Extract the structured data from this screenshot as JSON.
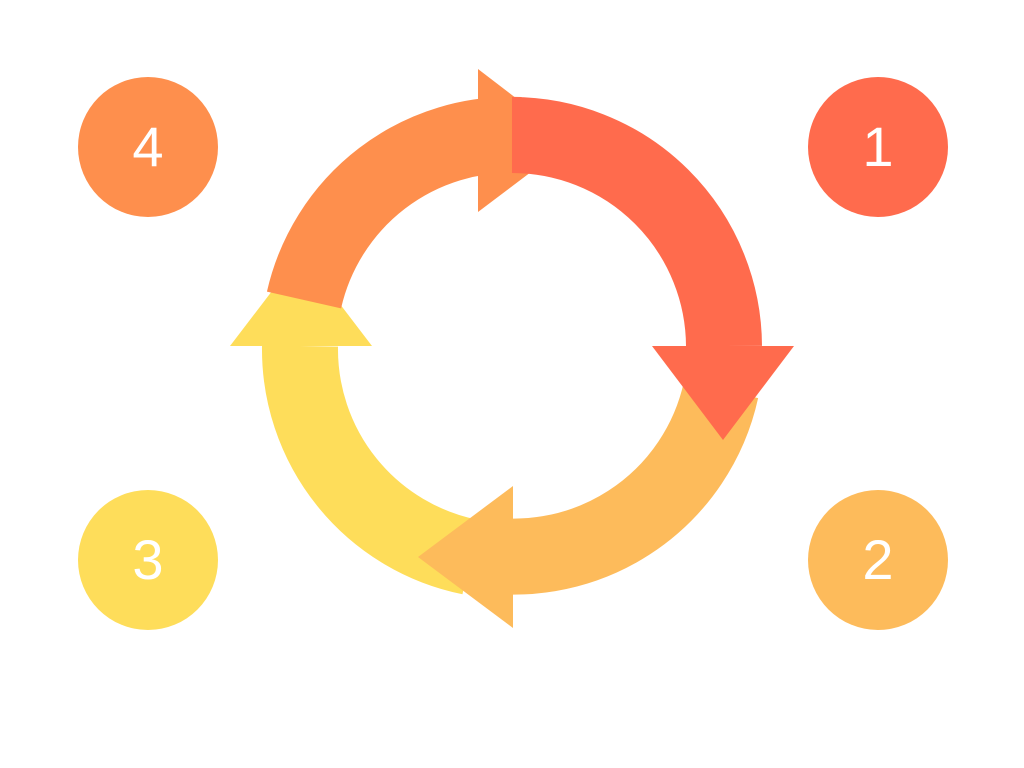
{
  "steps": [
    {
      "label": "1",
      "color": "#FF6B4D"
    },
    {
      "label": "2",
      "color": "#FDBB5B"
    },
    {
      "label": "3",
      "color": "#FEDD5A"
    },
    {
      "label": "4",
      "color": "#FE8F4D"
    }
  ]
}
